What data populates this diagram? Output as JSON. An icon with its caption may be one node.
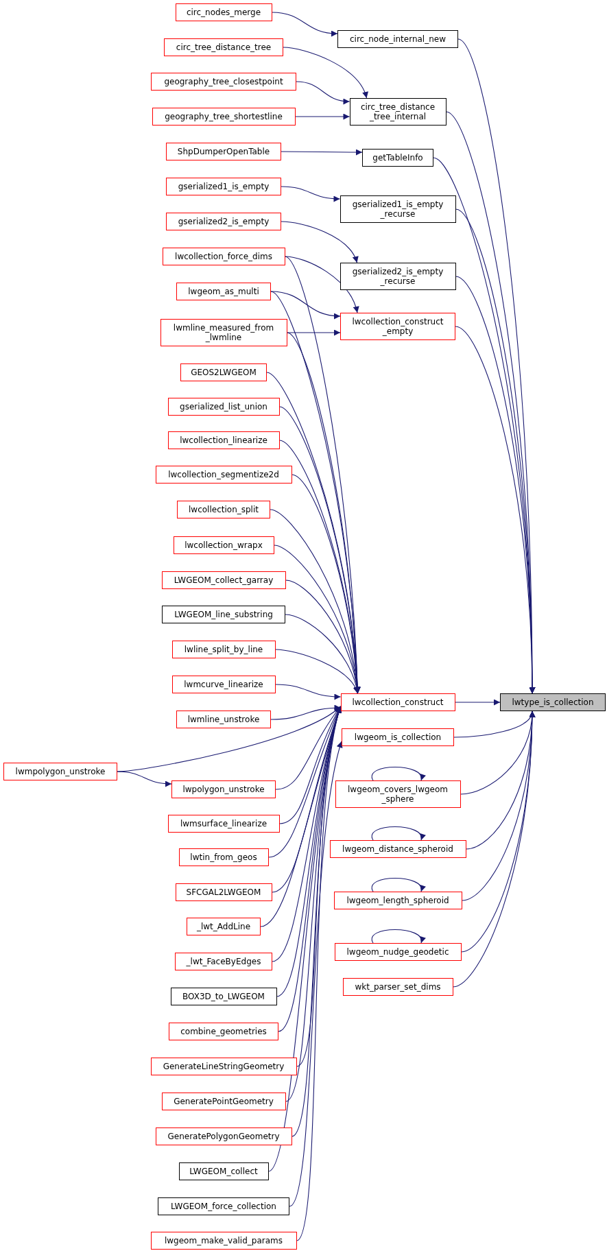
{
  "diagram": {
    "nodes": [
      {
        "text": [
          "circ_nodes_merge"
        ]
      },
      {
        "text": [
          "circ_tree_distance_tree"
        ]
      },
      {
        "text": [
          "geography_tree_closestpoint"
        ]
      },
      {
        "text": [
          "geography_tree_shortestline"
        ]
      },
      {
        "text": [
          "ShpDumperOpenTable"
        ]
      },
      {
        "text": [
          "gserialized1_is_empty"
        ]
      },
      {
        "text": [
          "gserialized2_is_empty"
        ]
      },
      {
        "text": [
          "lwcollection_force_dims"
        ]
      },
      {
        "text": [
          "lwgeom_as_multi"
        ]
      },
      {
        "text": [
          "lwmline_measured_from _lwmline"
        ]
      },
      {
        "text": [
          "GEOS2LWGEOM"
        ]
      },
      {
        "text": [
          "gserialized_list_union"
        ]
      },
      {
        "text": [
          "lwcollection_linearize"
        ]
      },
      {
        "text": [
          "lwcollection_segmentize2d"
        ]
      },
      {
        "text": [
          "lwcollection_split"
        ]
      },
      {
        "text": [
          "lwcollection_wrapx"
        ]
      },
      {
        "text": [
          "LWGEOM_collect_garray"
        ]
      },
      {
        "text": [
          "LWGEOM_line_substring"
        ]
      },
      {
        "text": [
          "lwline_split_by_line"
        ]
      },
      {
        "text": [
          "lwmcurve_linearize"
        ]
      },
      {
        "text": [
          "lwmline_unstroke"
        ]
      },
      {
        "text": [
          "lwmpolygon_unstroke"
        ]
      },
      {
        "text": [
          "lwpolygon_unstroke"
        ]
      },
      {
        "text": [
          "lwmsurface_linearize"
        ]
      },
      {
        "text": [
          "lwtin_from_geos"
        ]
      },
      {
        "text": [
          "SFCGAL2LWGEOM"
        ]
      },
      {
        "text": [
          "_lwt_AddLine"
        ]
      },
      {
        "text": [
          "_lwt_FaceByEdges"
        ]
      },
      {
        "text": [
          "BOX3D_to_LWGEOM"
        ]
      },
      {
        "text": [
          "combine_geometries"
        ]
      },
      {
        "text": [
          "GenerateLineStringGeometry"
        ]
      },
      {
        "text": [
          "GeneratePointGeometry"
        ]
      },
      {
        "text": [
          "GeneratePolygonGeometry"
        ]
      },
      {
        "text": [
          "LWGEOM_collect"
        ]
      },
      {
        "text": [
          "LWGEOM_force_collection"
        ]
      },
      {
        "text": [
          "lwgeom_make_valid_params"
        ]
      },
      {
        "text": [
          "circ_node_internal_new"
        ]
      },
      {
        "text": [
          "circ_tree_distance _tree_internal"
        ]
      },
      {
        "text": [
          "getTableInfo"
        ]
      },
      {
        "text": [
          "gserialized1_is_empty _recurse"
        ]
      },
      {
        "text": [
          "gserialized2_is_empty _recurse"
        ]
      },
      {
        "text": [
          "lwcollection_construct _empty"
        ]
      },
      {
        "text": [
          "lwcollection_construct"
        ]
      },
      {
        "text": [
          "lwgeom_is_collection"
        ]
      },
      {
        "text": [
          "lwgeom_covers_lwgeom _sphere"
        ]
      },
      {
        "text": [
          "lwgeom_distance_spheroid"
        ]
      },
      {
        "text": [
          "lwgeom_length_spheroid"
        ]
      },
      {
        "text": [
          "lwgeom_nudge_geodetic"
        ]
      },
      {
        "text": [
          "wkt_parser_set_dims"
        ]
      },
      {
        "text": [
          "lwtype_is_collection"
        ]
      }
    ],
    "edges": [
      {
        "from": 0,
        "to": 36,
        "arrow": "to"
      },
      {
        "from": 1,
        "to": 37,
        "arrow": "to"
      },
      {
        "from": 2,
        "to": 37,
        "arrow": "to"
      },
      {
        "from": 3,
        "to": 37,
        "arrow": "to"
      },
      {
        "from": 4,
        "to": 38,
        "arrow": "to"
      },
      {
        "from": 5,
        "to": 39,
        "arrow": "to"
      },
      {
        "from": 6,
        "to": 40,
        "arrow": "to"
      },
      {
        "from": 7,
        "to": 41,
        "arrow": "to"
      },
      {
        "from": 7,
        "to": 42,
        "arrow": "to"
      },
      {
        "from": 8,
        "to": 41,
        "arrow": "to"
      },
      {
        "from": 8,
        "to": 42,
        "arrow": "to"
      },
      {
        "from": 9,
        "to": 41,
        "arrow": "to"
      },
      {
        "from": 9,
        "to": 42,
        "arrow": "to"
      },
      {
        "from": 10,
        "to": 42,
        "arrow": "to"
      },
      {
        "from": 11,
        "to": 42,
        "arrow": "to"
      },
      {
        "from": 12,
        "to": 42,
        "arrow": "to"
      },
      {
        "from": 13,
        "to": 42,
        "arrow": "to"
      },
      {
        "from": 14,
        "to": 42,
        "arrow": "to"
      },
      {
        "from": 15,
        "to": 42,
        "arrow": "to"
      },
      {
        "from": 16,
        "to": 42,
        "arrow": "to"
      },
      {
        "from": 17,
        "to": 42,
        "arrow": "to"
      },
      {
        "from": 18,
        "to": 42,
        "arrow": "to"
      },
      {
        "from": 19,
        "to": 42,
        "arrow": "to"
      },
      {
        "from": 20,
        "to": 42,
        "arrow": "to"
      },
      {
        "from": 21,
        "to": 42,
        "arrow": "to"
      },
      {
        "from": 21,
        "to": 22,
        "arrow": "to"
      },
      {
        "from": 22,
        "to": 42,
        "arrow": "to"
      },
      {
        "from": 23,
        "to": 42,
        "arrow": "to"
      },
      {
        "from": 24,
        "to": 42,
        "arrow": "to"
      },
      {
        "from": 25,
        "to": 42,
        "arrow": "to"
      },
      {
        "from": 26,
        "to": 42,
        "arrow": "to"
      },
      {
        "from": 27,
        "to": 42,
        "arrow": "to"
      },
      {
        "from": 28,
        "to": 42,
        "arrow": "to"
      },
      {
        "from": 29,
        "to": 42,
        "arrow": "to"
      },
      {
        "from": 30,
        "to": 42,
        "arrow": "to"
      },
      {
        "from": 31,
        "to": 42,
        "arrow": "to"
      },
      {
        "from": 32,
        "to": 42,
        "arrow": "to"
      },
      {
        "from": 33,
        "to": 42,
        "arrow": "to"
      },
      {
        "from": 34,
        "to": 43,
        "arrow": "to"
      },
      {
        "from": 35,
        "to": 42,
        "arrow": "to"
      },
      {
        "from": 36,
        "to": 49,
        "arrow": "to"
      },
      {
        "from": 37,
        "to": 49,
        "arrow": "to"
      },
      {
        "from": 38,
        "to": 49,
        "arrow": "to"
      },
      {
        "from": 39,
        "to": 49,
        "arrow": "to"
      },
      {
        "from": 40,
        "to": 49,
        "arrow": "to"
      },
      {
        "from": 41,
        "to": 49,
        "arrow": "to"
      },
      {
        "from": 42,
        "to": 49,
        "arrow": "to"
      },
      {
        "from": 43,
        "to": 49,
        "arrow": "to"
      },
      {
        "from": 44,
        "to": 44,
        "arrow": "to"
      },
      {
        "from": 44,
        "to": 49,
        "arrow": "to"
      },
      {
        "from": 45,
        "to": 45,
        "arrow": "to"
      },
      {
        "from": 45,
        "to": 49,
        "arrow": "to"
      },
      {
        "from": 46,
        "to": 46,
        "arrow": "to"
      },
      {
        "from": 46,
        "to": 49,
        "arrow": "to"
      },
      {
        "from": 47,
        "to": 47,
        "arrow": "to"
      },
      {
        "from": 47,
        "to": 49,
        "arrow": "to"
      },
      {
        "from": 48,
        "to": 49,
        "arrow": "to"
      }
    ]
  }
}
